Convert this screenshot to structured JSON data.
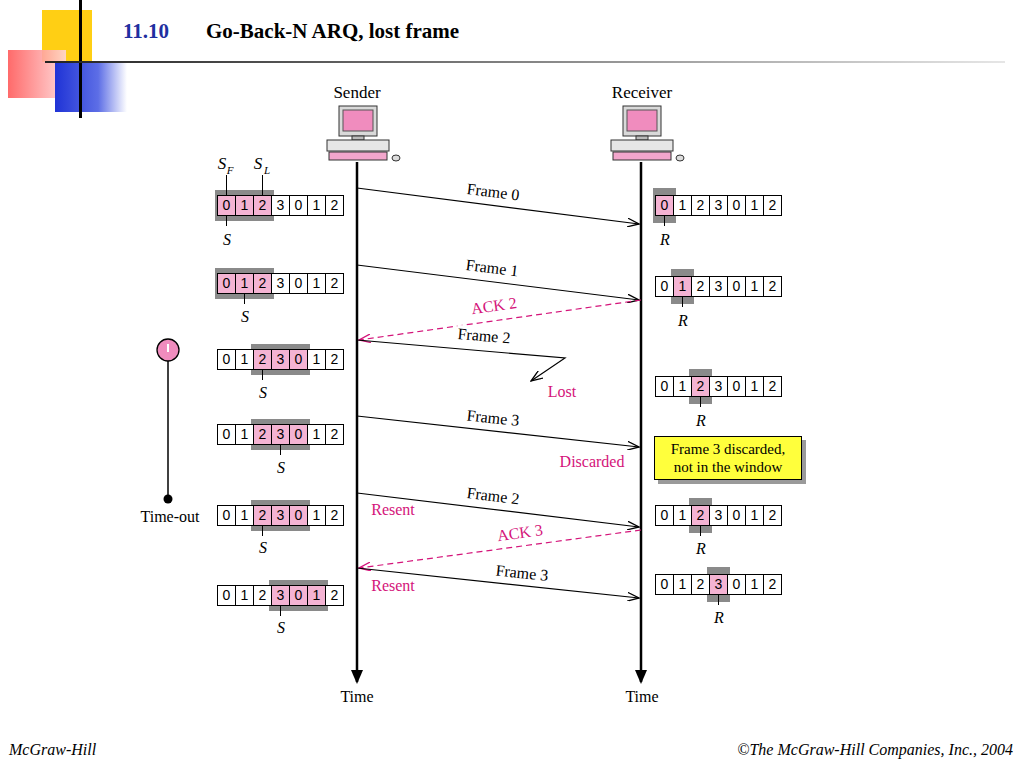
{
  "diagram": {
    "title": "Go-Back-N ARQ, lost frame",
    "nodes": [
      {
        "text": [
          "0",
          "1",
          "2",
          "3",
          "0",
          "1",
          "2"
        ]
      },
      {
        "text": [
          "0",
          "1",
          "2",
          "3",
          "0",
          "1",
          "2"
        ]
      },
      {
        "text": [
          "0",
          "1",
          "2",
          "3",
          "0",
          "1",
          "2"
        ]
      },
      {
        "text": [
          "0",
          "1",
          "2",
          "3",
          "0",
          "1",
          "2"
        ]
      },
      {
        "text": [
          "0",
          "1",
          "2",
          "3",
          "0",
          "1",
          "2"
        ]
      },
      {
        "text": [
          "0",
          "1",
          "2",
          "3",
          "0",
          "1",
          "2"
        ]
      },
      {
        "text": [
          "0",
          "1",
          "2",
          "3",
          "0",
          "1",
          "2"
        ]
      },
      {
        "text": [
          "Frame 3 discarded, not in the window"
        ]
      },
      {
        "text": [
          "0",
          "1",
          "2",
          "3",
          "0",
          "1",
          "2"
        ]
      },
      {
        "text": [
          "0",
          "1",
          "2",
          "3",
          "0",
          "1",
          "2"
        ]
      },
      {
        "text": [
          "0",
          "1",
          "2",
          "3",
          "0",
          "1",
          "2"
        ]
      },
      {
        "text": [
          "0",
          "1",
          "2",
          "3",
          "0",
          "1",
          "2"
        ]
      }
    ],
    "labels": [
      "11.10",
      "Sender",
      "Receiver",
      "S",
      "F",
      "S",
      "L",
      "Frame 0",
      "S",
      "R",
      "Frame 1",
      "ACK 2",
      "S",
      "R",
      "Frame 2",
      "Lost",
      "S",
      "R",
      "Frame 3",
      "Discarded",
      "S",
      "Time-out",
      "Frame 2",
      "Resent",
      "S",
      "R",
      "ACK 3",
      "Frame 3",
      "Resent",
      "S",
      "R",
      "Time",
      "Time",
      "McGraw-Hill",
      "©The McGraw-Hill Companies, Inc., 2004"
    ]
  }
}
